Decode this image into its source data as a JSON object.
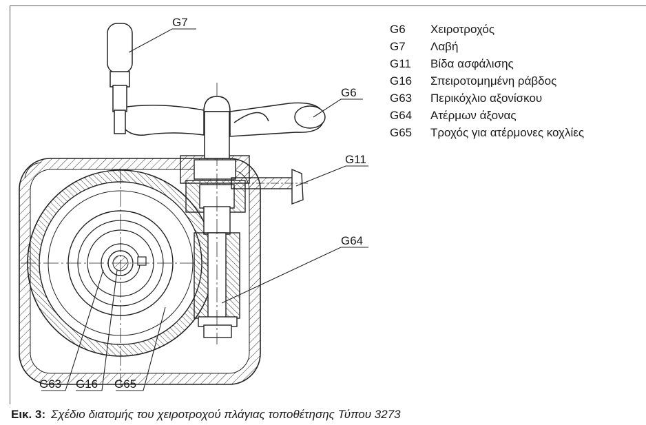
{
  "callouts": {
    "g7": "G7",
    "g6": "G6",
    "g11": "G11",
    "g64": "G64",
    "g63": "G63",
    "g16": "G16",
    "g65": "G65"
  },
  "legend": [
    {
      "code": "G6",
      "text": "Χειροτροχός"
    },
    {
      "code": "G7",
      "text": "Λαβή"
    },
    {
      "code": "G11",
      "text": "Βίδα ασφάλισης"
    },
    {
      "code": "G16",
      "text": "Σπειροτομημένη ράβδος"
    },
    {
      "code": "G63",
      "text": "Περικόχλιο αξονίσκου"
    },
    {
      "code": "G64",
      "text": "Ατέρμων άξονας"
    },
    {
      "code": "G65",
      "text": "Τροχός για ατέρμονες κοχλίες"
    }
  ],
  "caption": {
    "figure": "Εικ. 3:",
    "text": "Σχέδιο διατομής του χειροτροχού πλάγιας τοποθέτησης Τύπου 3273"
  }
}
